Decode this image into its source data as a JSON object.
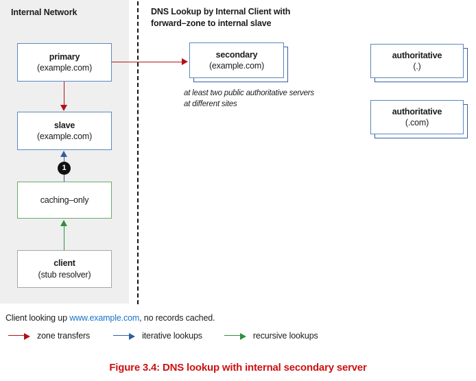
{
  "internal_panel": {
    "label": "Internal Network"
  },
  "right_panel": {
    "heading_line1": "DNS Lookup by Internal Client with",
    "heading_line2": "forward–zone to internal slave",
    "note": "at least two public authoritative servers at different sites"
  },
  "nodes": {
    "primary": {
      "title": "primary",
      "subtitle": "(example.com)"
    },
    "slave": {
      "title": "slave",
      "subtitle": "(example.com)"
    },
    "caching_only": {
      "title": "caching–only",
      "subtitle": ""
    },
    "client": {
      "title": "client",
      "subtitle": "(stub resolver)"
    },
    "secondary": {
      "title": "secondary",
      "subtitle": "(example.com)"
    },
    "auth_root": {
      "title": "authoritative",
      "subtitle": "(.)"
    },
    "auth_com": {
      "title": "authoritative",
      "subtitle": "(.com)"
    }
  },
  "steps": {
    "one": "1"
  },
  "lookup_line": {
    "prefix": "Client looking up ",
    "link": "www.example.com",
    "suffix": ", no records cached."
  },
  "legend": {
    "items": [
      {
        "label": "zone transfers",
        "color": "#b01116"
      },
      {
        "label": "iterative lookups",
        "color": "#2f5f9e"
      },
      {
        "label": "recursive lookups",
        "color": "#2e9040"
      }
    ]
  },
  "caption": {
    "text": "Figure 3.4: DNS lookup with internal secondary server",
    "color": "#cc1111"
  },
  "colors": {
    "panel_bg": "#efefef",
    "box_blue": "#5b86bd",
    "box_green": "#6aa86c",
    "box_gray": "#a6a6a6",
    "arrow_red": "#b01116",
    "arrow_blue": "#2f5f9e",
    "arrow_green": "#2e9040",
    "link_blue": "#1a73c8",
    "stack_blue": "#2f5f9e"
  }
}
